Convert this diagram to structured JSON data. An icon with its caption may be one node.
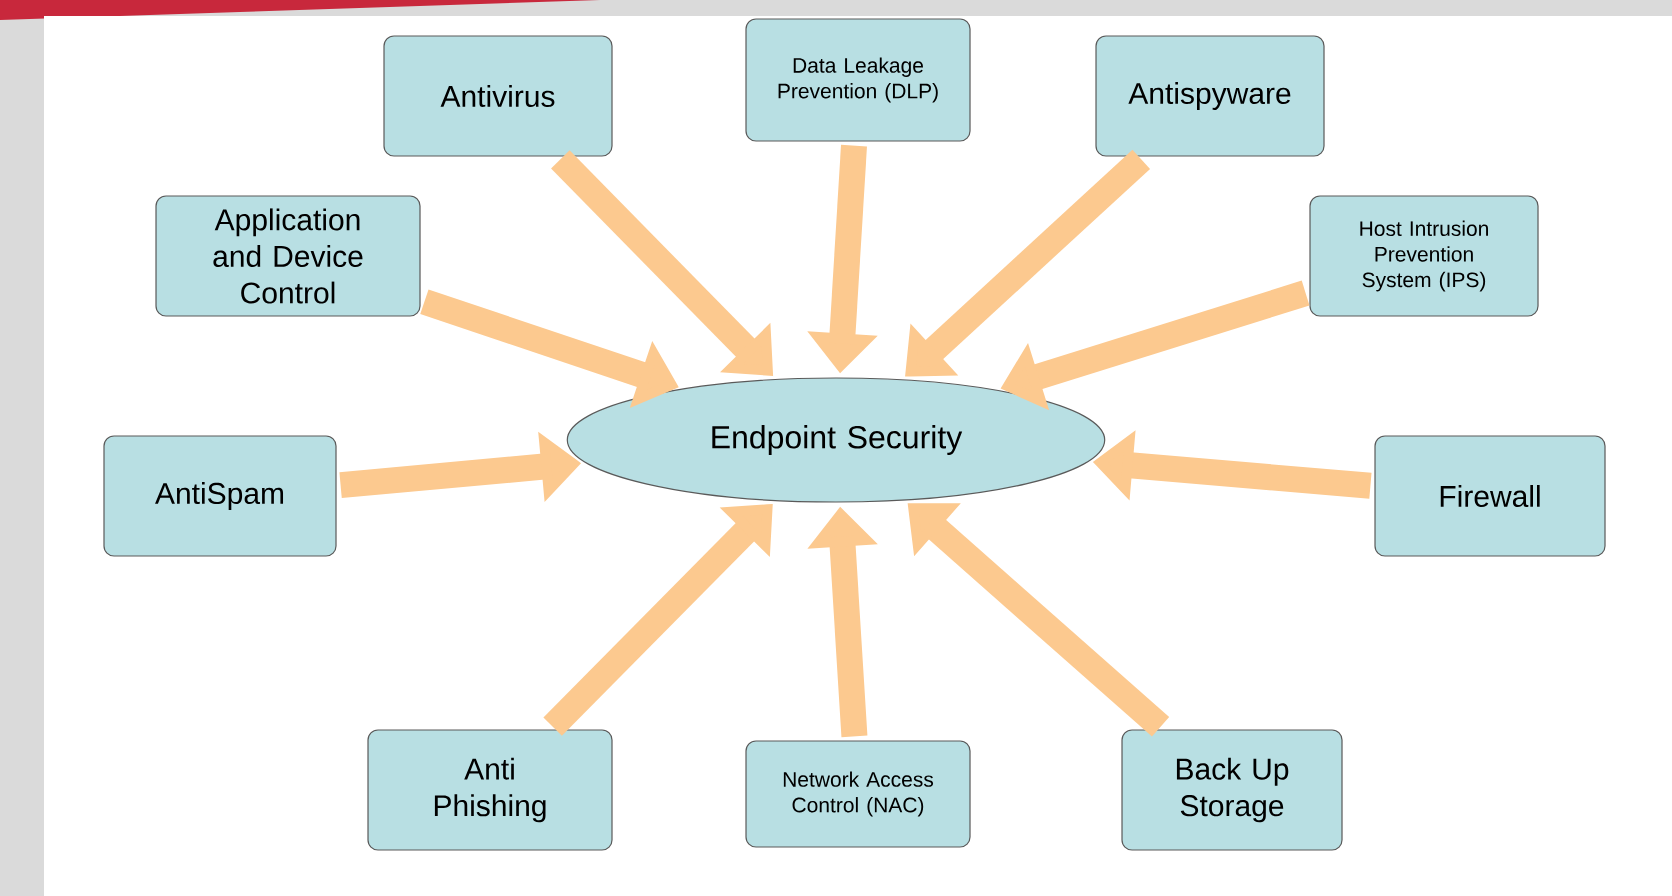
{
  "diagram": {
    "nodes": [
      {
        "text": [
          "Endpoint Security"
        ]
      },
      {
        "text": [
          "Antivirus"
        ]
      },
      {
        "text": [
          "Data Leakage Prevention (DLP)"
        ]
      },
      {
        "text": [
          "Antispyware"
        ]
      },
      {
        "text": [
          "Application and Device Control"
        ]
      },
      {
        "text": [
          "Host Intrusion Prevention System (IPS)"
        ]
      },
      {
        "text": [
          "AntiSpam"
        ]
      },
      {
        "text": [
          "Firewall"
        ]
      },
      {
        "text": [
          "Anti Phishing"
        ]
      },
      {
        "text": [
          "Network Access Control (NAC)"
        ]
      },
      {
        "text": [
          "Back Up Storage"
        ]
      }
    ],
    "edges": [
      {
        "from": 1,
        "to": 0,
        "arrow": "to"
      },
      {
        "from": 2,
        "to": 0,
        "arrow": "to"
      },
      {
        "from": 3,
        "to": 0,
        "arrow": "to"
      },
      {
        "from": 4,
        "to": 0,
        "arrow": "to"
      },
      {
        "from": 5,
        "to": 0,
        "arrow": "to"
      },
      {
        "from": 6,
        "to": 0,
        "arrow": "to"
      },
      {
        "from": 7,
        "to": 0,
        "arrow": "to"
      },
      {
        "from": 8,
        "to": 0,
        "arrow": "to"
      },
      {
        "from": 9,
        "to": 0,
        "arrow": "to"
      },
      {
        "from": 10,
        "to": 0,
        "arrow": "to"
      }
    ]
  }
}
